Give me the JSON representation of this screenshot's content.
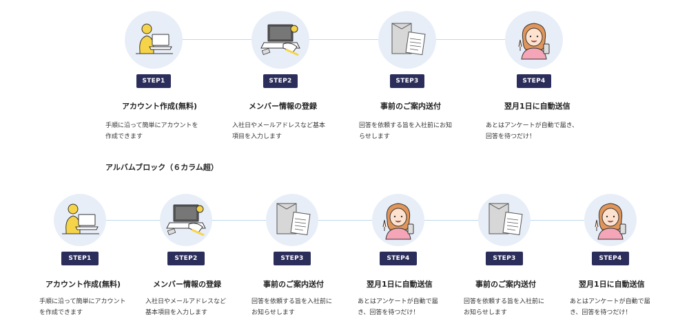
{
  "section_heading": "アルバムブロック（６カラム超）",
  "row1": [
    {
      "badge": "STEP1",
      "title": "アカウント作成(無料)",
      "desc": "手順に沿って簡単にアカウントを\n作成できます",
      "icon": "person-laptop-icon"
    },
    {
      "badge": "STEP2",
      "title": "メンバー情報の登録",
      "desc": "入社日やメールアドレスなど基本\n項目を入力します",
      "icon": "laptop-typing-icon"
    },
    {
      "badge": "STEP3",
      "title": "事前のご案内送付",
      "desc": "回答を依頼する旨を入社前にお知\nらせします",
      "icon": "envelope-document-icon"
    },
    {
      "badge": "STEP4",
      "title": "翌月1日に自動送信",
      "desc": "あとはアンケートが自動で届き、\n回答を待つだけ！",
      "icon": "woman-phone-icon"
    }
  ],
  "row2": [
    {
      "badge": "STEP1",
      "title": "アカウント作成(無料)",
      "desc": "手順に沿って簡単にアカウント\nを作成できます",
      "icon": "person-laptop-icon"
    },
    {
      "badge": "STEP2",
      "title": "メンバー情報の登録",
      "desc": "入社日やメールアドレスなど\n基本項目を入力します",
      "icon": "laptop-typing-icon"
    },
    {
      "badge": "STEP3",
      "title": "事前のご案内送付",
      "desc": "回答を依頼する旨を入社前に\nお知らせします",
      "icon": "envelope-document-icon"
    },
    {
      "badge": "STEP4",
      "title": "翌月1日に自動送信",
      "desc": "あとはアンケートが自動で届\nき、回答を待つだけ！",
      "icon": "woman-phone-icon"
    },
    {
      "badge": "STEP3",
      "title": "事前のご案内送付",
      "desc": "回答を依頼する旨を入社前に\nお知らせします",
      "icon": "envelope-document-icon"
    },
    {
      "badge": "STEP4",
      "title": "翌月1日に自動送信",
      "desc": "あとはアンケートが自動で届\nき、回答を待つだけ！",
      "icon": "woman-phone-icon"
    }
  ],
  "colors": {
    "badge_bg": "#2b2d5a",
    "circle_bg": "#e8eef8",
    "connector": "#bcd7ee"
  }
}
